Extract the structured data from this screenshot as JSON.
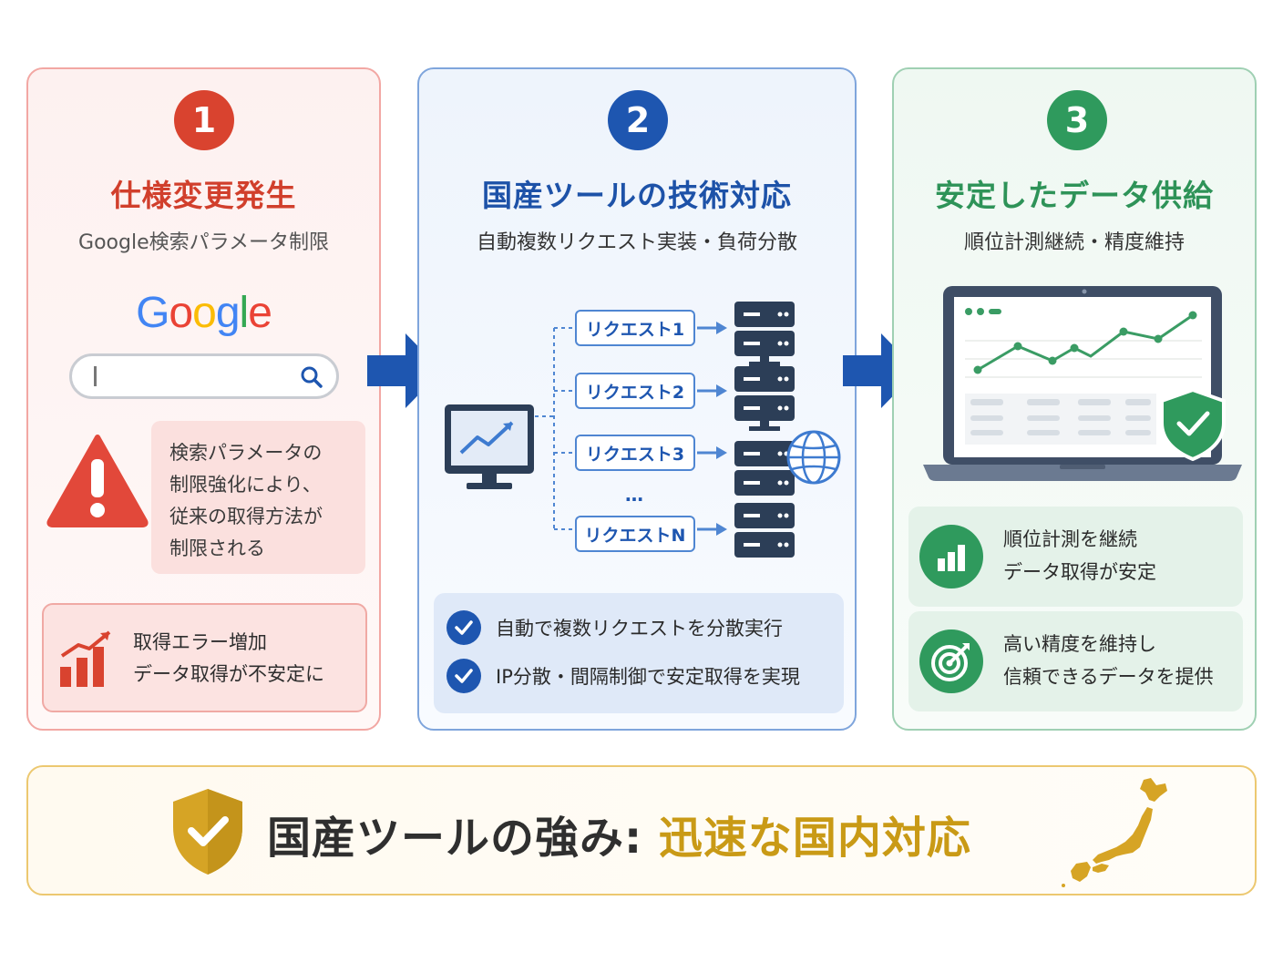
{
  "steps": [
    {
      "number": "1",
      "title": "仕様変更発生",
      "subtitle": "Google検索パラメータ制限",
      "google_logo": [
        "G",
        "o",
        "o",
        "g",
        "l",
        "e"
      ],
      "warning_lines": [
        "検索パラメータの",
        "制限強化により、",
        "従来の取得方法が",
        "制限される"
      ],
      "error_lines": [
        "取得エラー増加",
        "データ取得が不安定に"
      ]
    },
    {
      "number": "2",
      "title": "国産ツールの技術対応",
      "subtitle": "自動複数リクエスト実装・負荷分散",
      "requests": [
        "リクエスト1",
        "リクエスト2",
        "リクエスト3",
        "…",
        "リクエストN"
      ],
      "bullets": [
        "自動で複数リクエストを分散実行",
        "IP分散・間隔制御で安定取得を実現"
      ]
    },
    {
      "number": "3",
      "title": "安定したデータ供給",
      "subtitle": "順位計測継続・精度維持",
      "stats": [
        {
          "icon": "bar-chart-icon",
          "lines": [
            "順位計測を継続",
            "データ取得が安定"
          ]
        },
        {
          "icon": "target-icon",
          "lines": [
            "高い精度を維持し",
            "信頼できるデータを提供"
          ]
        }
      ]
    }
  ],
  "banner": {
    "prefix": "国産ツールの強み: ",
    "highlight": "迅速な国内対応"
  },
  "colors": {
    "red": "#d9432f",
    "blue": "#1e56b0",
    "green": "#2f9a5d",
    "gold": "#c99a16"
  }
}
